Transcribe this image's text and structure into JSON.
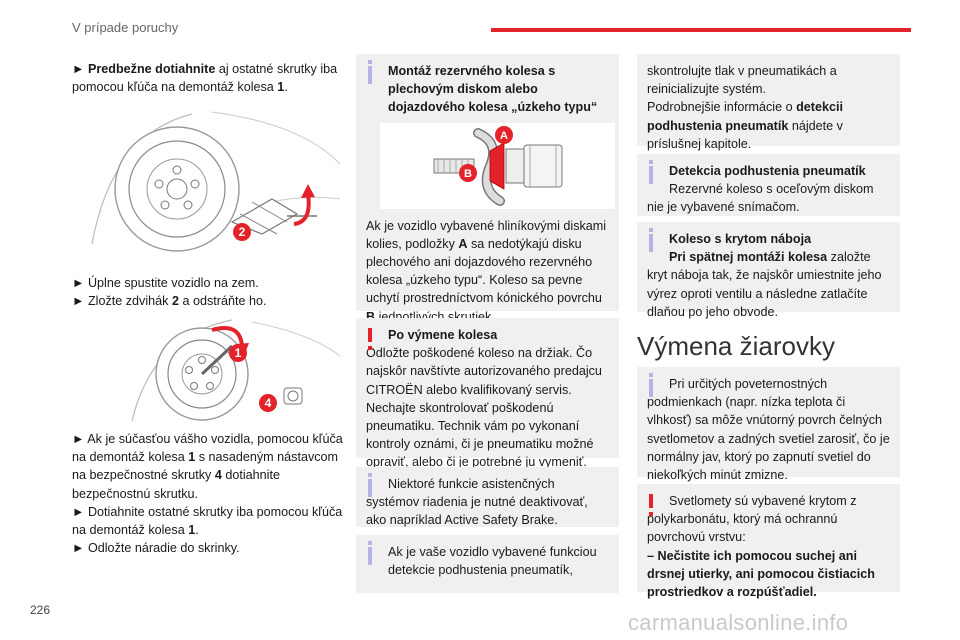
{
  "header": {
    "title": "V prípade poruchy",
    "page_number": "226"
  },
  "watermark": "carmanualsonline.info",
  "col1": {
    "p1": {
      "bullet": "►",
      "bold": "Predbežne dotiahnite",
      "rest": " aj ostatné skrutky iba pomocou kľúča na demontáž kolesa ",
      "num": "1",
      "end": "."
    },
    "fig1_label": "2",
    "p2_line1": "► Úplne spustite vozidlo na zem.",
    "p2_line2_a": "► Zložte zdvihák ",
    "p2_line2_num": "2",
    "p2_line2_b": " a odstráňte ho.",
    "fig2_label_1": "1",
    "fig2_label_4": "4",
    "p3": {
      "a": "► Ak je súčasťou vášho vozidla, pomocou kľúča na demontáž kolesa ",
      "n1": "1",
      "b": " s nasadeným nástavcom na bezpečnostné skrutky ",
      "n4": "4",
      "c": " dotiahnite bezpečnostnú skrutku.",
      "d": "► Dotiahnite ostatné skrutky iba pomocou kľúča na demontáž kolesa ",
      "n1b": "1",
      "e": ".",
      "f": "► Odložte náradie do skrinky."
    }
  },
  "col2": {
    "box1_title": "Montáž rezervného kolesa s plechovým diskom alebo dojazdového kolesa „úzkeho typu“",
    "box1_labels": {
      "a": "A",
      "b": "B"
    },
    "box1_text": {
      "a": "Ak je vozidlo vybavené hliníkovými diskami kolies, podložky ",
      "A": "A",
      "b": " sa nedotýkajú disku plechového ani dojazdového rezervného kolesa „úzkeho typu“. Koleso sa pevne uchytí prostredníctvom kónického povrchu ",
      "B": "B",
      "c": " jednotlivých skrutiek."
    },
    "box2_title": "Po výmene kolesa",
    "box2_text": "Odložte poškodené koleso na držiak. Čo najskôr navštívte autorizovaného predajcu CITROËN alebo kvalifikovaný servis. Nechajte skontrolovať poškodenú pneumatiku. Technik vám po vykonaní kontroly oznámi, či je pneumatiku možné opraviť, alebo či je potrebné ju vymeniť.",
    "box3_text": "Niektoré funkcie asistenčných systémov riadenia je nutné deaktivovať, ako napríklad Active Safety Brake.",
    "box4_text": "Ak je vaše vozidlo vybavené funkciou detekcie podhustenia pneumatík,"
  },
  "col3": {
    "box1_text_a": "skontrolujte tlak v pneumatikách a reinicializujte systém.",
    "box1_text_b": "Podrobnejšie informácie o ",
    "box1_bold": "detekcii podhustenia pneumatík",
    "box1_text_c": " nájdete v príslušnej kapitole.",
    "box2_title": "Detekcia podhustenia pneumatík",
    "box2_text": "Rezervné koleso s oceľovým diskom nie je vybavené snímačom.",
    "box3_title": "Koleso s krytom náboja",
    "box3_bold": "Pri spätnej montáži kolesa",
    "box3_text": " založte kryt náboja tak, že najskôr umiestnite jeho výrez oproti ventilu a následne zatlačíte dlaňou po jeho obvode.",
    "section_title": "Výmena žiarovky",
    "box4_text": "Pri určitých poveternostných podmienkach (napr. nízka teplota či vlhkosť) sa môže vnútorný povrch čelných svetlometov a zadných svetiel zarosiť, čo je normálny jav, ktorý po zapnutí svetiel do niekoľkých minút zmizne.",
    "box5_text": "Svetlomety sú vybavené krytom z polykarbonátu, ktorý má ochrannú povrchovú vrstvu:",
    "box5_bold": "– Nečistite ich pomocou suchej ani drsnej utierky, ani pomocou čistiacich prostriedkov a rozpúšťadiel."
  },
  "colors": {
    "accent": "#e3222a",
    "box_bg": "#f0f0f1",
    "info_mark": "#b3b3e6"
  }
}
